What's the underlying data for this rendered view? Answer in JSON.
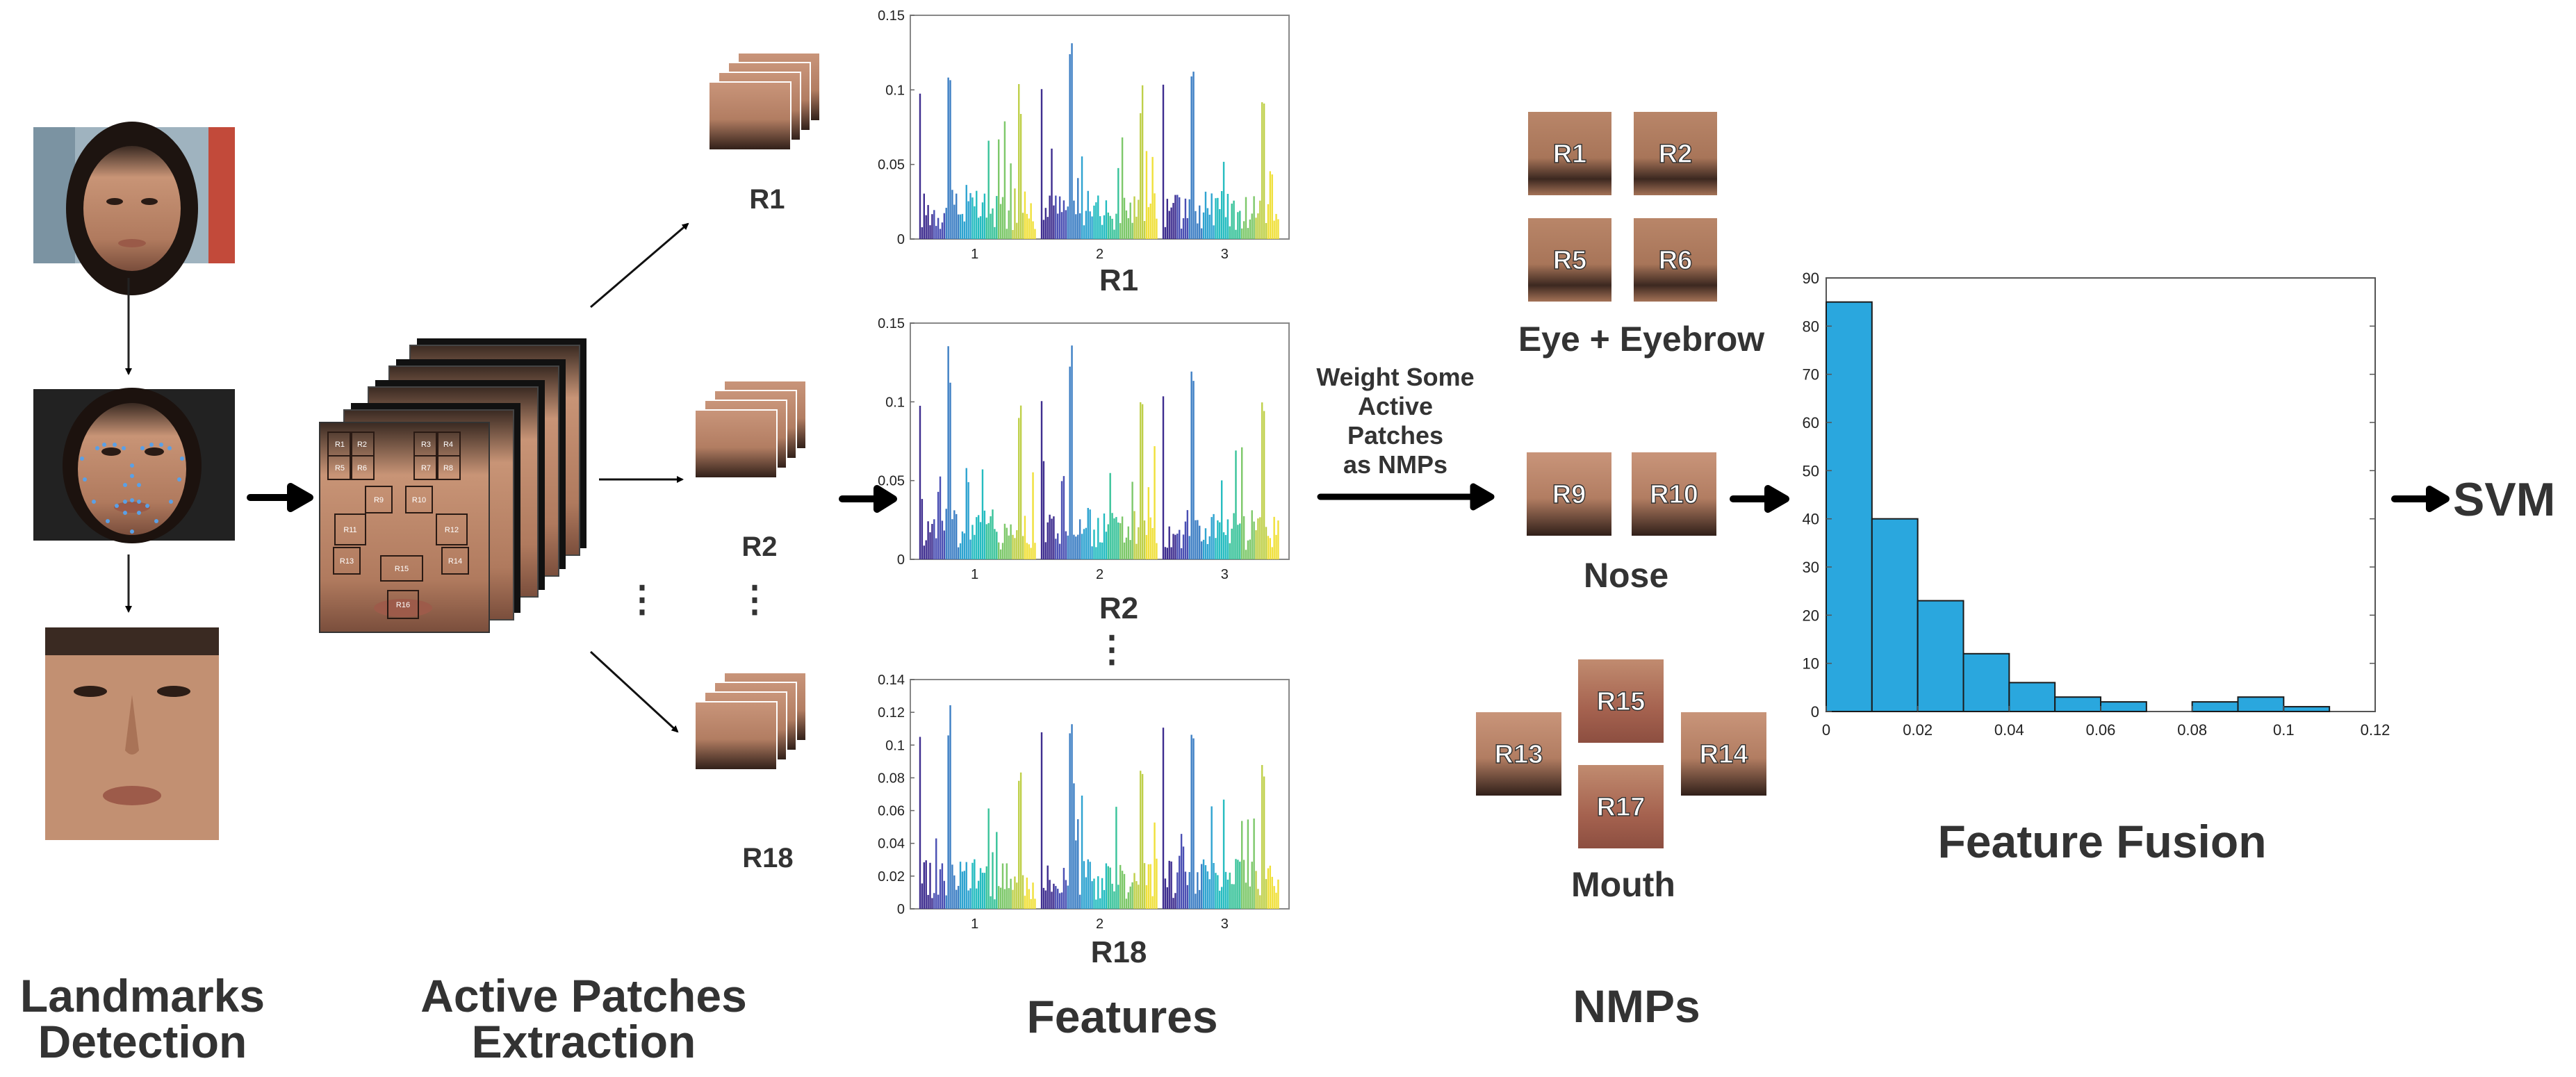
{
  "stages": {
    "landmarks": {
      "line1": "Landmarks",
      "line2": "Detection"
    },
    "patches": {
      "line1": "Active Patches",
      "line2": "Extraction"
    },
    "features": "Features",
    "nmps": "NMPs",
    "fusion": "Feature Fusion",
    "svm": "SVM"
  },
  "patch_stacks": [
    "R1",
    "R2",
    "R18"
  ],
  "face_grid_labels": [
    "R1",
    "R2",
    "R3",
    "R4",
    "R5",
    "R6",
    "R7",
    "R8",
    "R9",
    "R10",
    "R11",
    "R12",
    "R13",
    "R14",
    "R15",
    "R16"
  ],
  "feature_plots": [
    {
      "label": "R1",
      "yticks": [
        "0",
        "0.05",
        "0.1",
        "0.15"
      ],
      "xticks": [
        "1",
        "2",
        "3"
      ]
    },
    {
      "label": "R2",
      "yticks": [
        "0",
        "0.05",
        "0.1",
        "0.15"
      ],
      "xticks": [
        "1",
        "2",
        "3"
      ]
    },
    {
      "label": "R18",
      "yticks": [
        "0",
        "0.02",
        "0.04",
        "0.06",
        "0.08",
        "0.1",
        "0.12",
        "0.14"
      ],
      "xticks": [
        "1",
        "2",
        "3"
      ]
    }
  ],
  "weight_text": [
    "Weight Some",
    "Active",
    "Patches",
    "as NMPs"
  ],
  "nmp_groups": {
    "eye": {
      "title": "Eye + Eyebrow",
      "patches": [
        "R1",
        "R2",
        "R5",
        "R6"
      ]
    },
    "nose": {
      "title": "Nose",
      "patches": [
        "R9",
        "R10"
      ]
    },
    "mouth": {
      "title": "Mouth",
      "patches": [
        "R15",
        "R13",
        "R14",
        "R17"
      ]
    }
  },
  "dots": "⋮",
  "colors": {
    "histogram_fill": "#2aa7de",
    "arrow": "#000000",
    "skin": "#c08a6a"
  },
  "chart_data": {
    "type": "bar",
    "title": "",
    "xlabel": "",
    "ylabel": "",
    "bin_edges": [
      0,
      0.01,
      0.02,
      0.03,
      0.04,
      0.05,
      0.06,
      0.07,
      0.08,
      0.09,
      0.1,
      0.11,
      0.12
    ],
    "values": [
      85,
      40,
      23,
      12,
      6,
      3,
      2,
      0,
      2,
      3,
      1,
      0
    ],
    "xlim": [
      0,
      0.12
    ],
    "ylim": [
      0,
      90
    ],
    "xticks": [
      "0",
      "0.02",
      "0.04",
      "0.06",
      "0.08",
      "0.1",
      "0.12"
    ],
    "yticks": [
      "0",
      "10",
      "20",
      "30",
      "40",
      "50",
      "60",
      "70",
      "80",
      "90"
    ],
    "grid": false
  }
}
